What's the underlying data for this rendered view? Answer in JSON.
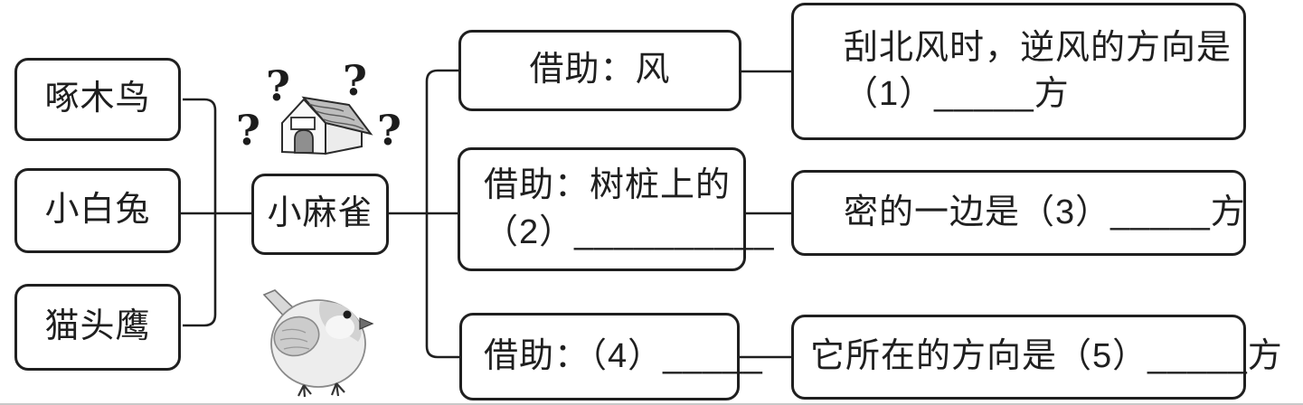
{
  "page": {
    "background": "#ffffff",
    "line_color": "#1f1f1f"
  },
  "diagram": {
    "animal_nodes": [
      {
        "label": "啄木鸟"
      },
      {
        "label": "小白兔"
      },
      {
        "label": "猫头鹰"
      }
    ],
    "center_node": {
      "label": "小麻雀"
    },
    "question_marks": [
      "?",
      "?",
      "?",
      "?"
    ],
    "illustrations": {
      "house": "doghouse-illustration",
      "bird": "sparrow-illustration"
    },
    "method_nodes": [
      {
        "lines": [
          "借助：风"
        ]
      },
      {
        "lines": [
          "借助：树桩上的",
          "（2）__________"
        ]
      },
      {
        "lines": [
          "借助：（4）_____"
        ]
      }
    ],
    "result_nodes": [
      {
        "lines": [
          "刮北风时，逆风的方向是",
          "（1）_____方"
        ]
      },
      {
        "lines": [
          "密的一边是（3）_____方"
        ]
      },
      {
        "lines": [
          "它所在的方向是（5）_____方"
        ]
      }
    ]
  }
}
